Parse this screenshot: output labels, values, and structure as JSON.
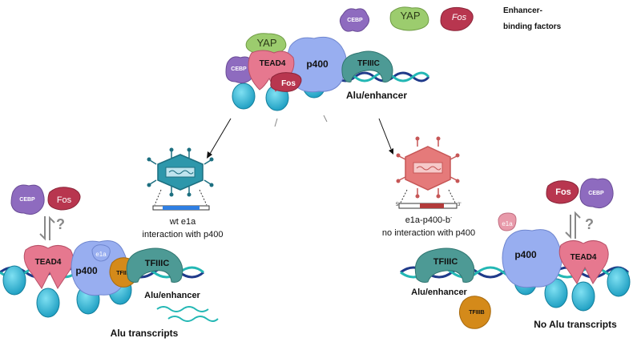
{
  "legend": {
    "cebp": "CEBP",
    "yap": "YAP",
    "fos": "Fos",
    "title_line1": "Enhancer-",
    "title_line2": "binding factors"
  },
  "top": {
    "yap": "YAP",
    "cebp": "CEBP",
    "tead4": "TEAD4",
    "fos": "Fos",
    "p400": "p400",
    "tfiiic": "TFIIIC",
    "alu": "Alu/enhancer"
  },
  "left": {
    "virus_line1": "wt e1a",
    "virus_line2": "interaction with p400",
    "cebp": "CEBP",
    "fos": "Fos",
    "question": "?",
    "tead4": "TEAD4",
    "e1a": "e1a",
    "p400": "p400",
    "tfiiib": "TFIIIB",
    "tfiiic": "TFIIIC",
    "alu": "Alu/enhancer",
    "transcripts": "Alu transcripts"
  },
  "right": {
    "virus_line1_main": "e1a-p400-b",
    "virus_line1_sup": "-",
    "virus_line2": "no interaction with p400",
    "e1a": "e1a",
    "fos": "Fos",
    "cebp": "CEBP",
    "question": "?",
    "tfiiic": "TFIIIC",
    "p400": "p400",
    "tead4": "TEAD4",
    "alu": "Alu/enhancer",
    "tfiiib": "TFIIIB",
    "transcripts": "No Alu transcripts"
  },
  "colors": {
    "cebp": "#8e6bbf",
    "yap": "#9ccc6e",
    "fos": "#b8364f",
    "tead4": "#e6788f",
    "p400": "#98aef0",
    "tfiiic": "#4d9a95",
    "tfiiib": "#d48a1a",
    "nucleosome": "#29b5d3",
    "dna_dark": "#1f3a8a",
    "dna_teal": "#23b7b4",
    "virus_blue": "#2d97ab",
    "virus_red": "#e57a7a"
  }
}
